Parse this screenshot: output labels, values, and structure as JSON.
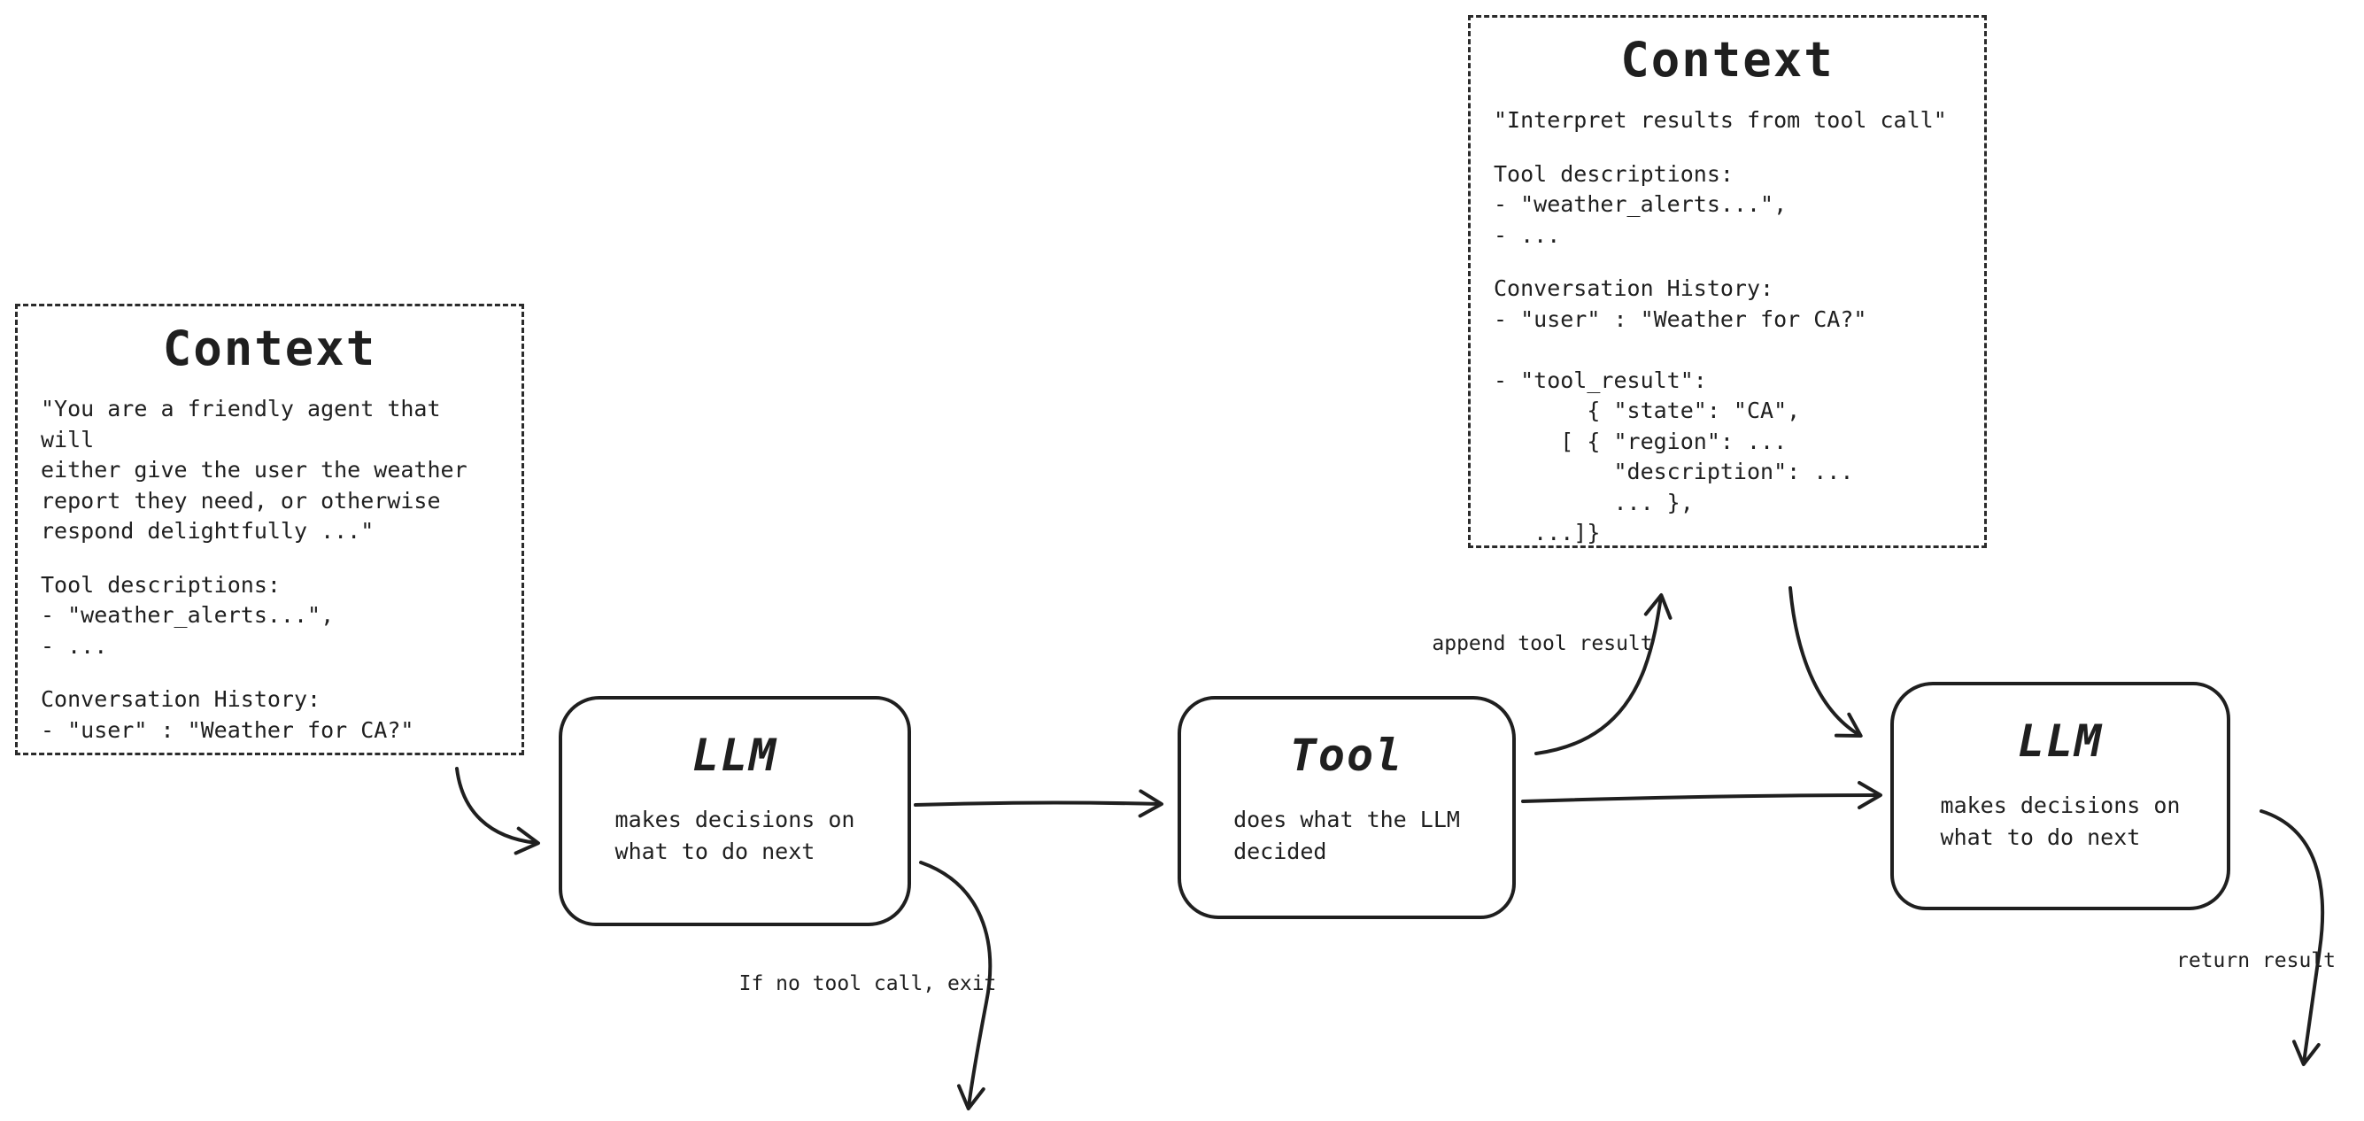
{
  "context_initial": {
    "title": "Context",
    "system_prompt": "\"You are a friendly agent that will\neither give the user the weather\nreport they need, or otherwise\nrespond delightfully ...\"",
    "tool_descriptions": "Tool descriptions:\n- \"weather_alerts...\",\n- ...",
    "conversation_history": "Conversation History:\n- \"user\" : \"Weather for CA?\""
  },
  "context_tool_result": {
    "title": "Context",
    "instruction": "\"Interpret results from tool call\"",
    "tool_descriptions": "Tool descriptions:\n- \"weather_alerts...\",\n- ...",
    "conversation_history": "Conversation History:\n- \"user\" : \"Weather for CA?\"\n\n- \"tool_result\":\n       { \"state\": \"CA\",\n     [ { \"region\": ...\n         \"description\": ...\n         ... },\n   ...]}"
  },
  "nodes": {
    "llm_first": {
      "title": "LLM",
      "subtitle": "makes decisions on\nwhat to do next"
    },
    "tool": {
      "title": "Tool",
      "subtitle": "does what the LLM\ndecided"
    },
    "llm_second": {
      "title": "LLM",
      "subtitle": "makes decisions on\nwhat to do next"
    }
  },
  "edge_labels": {
    "exit": "If no tool call, exit",
    "append_tool_result": "append tool result",
    "return_result": "return result"
  }
}
